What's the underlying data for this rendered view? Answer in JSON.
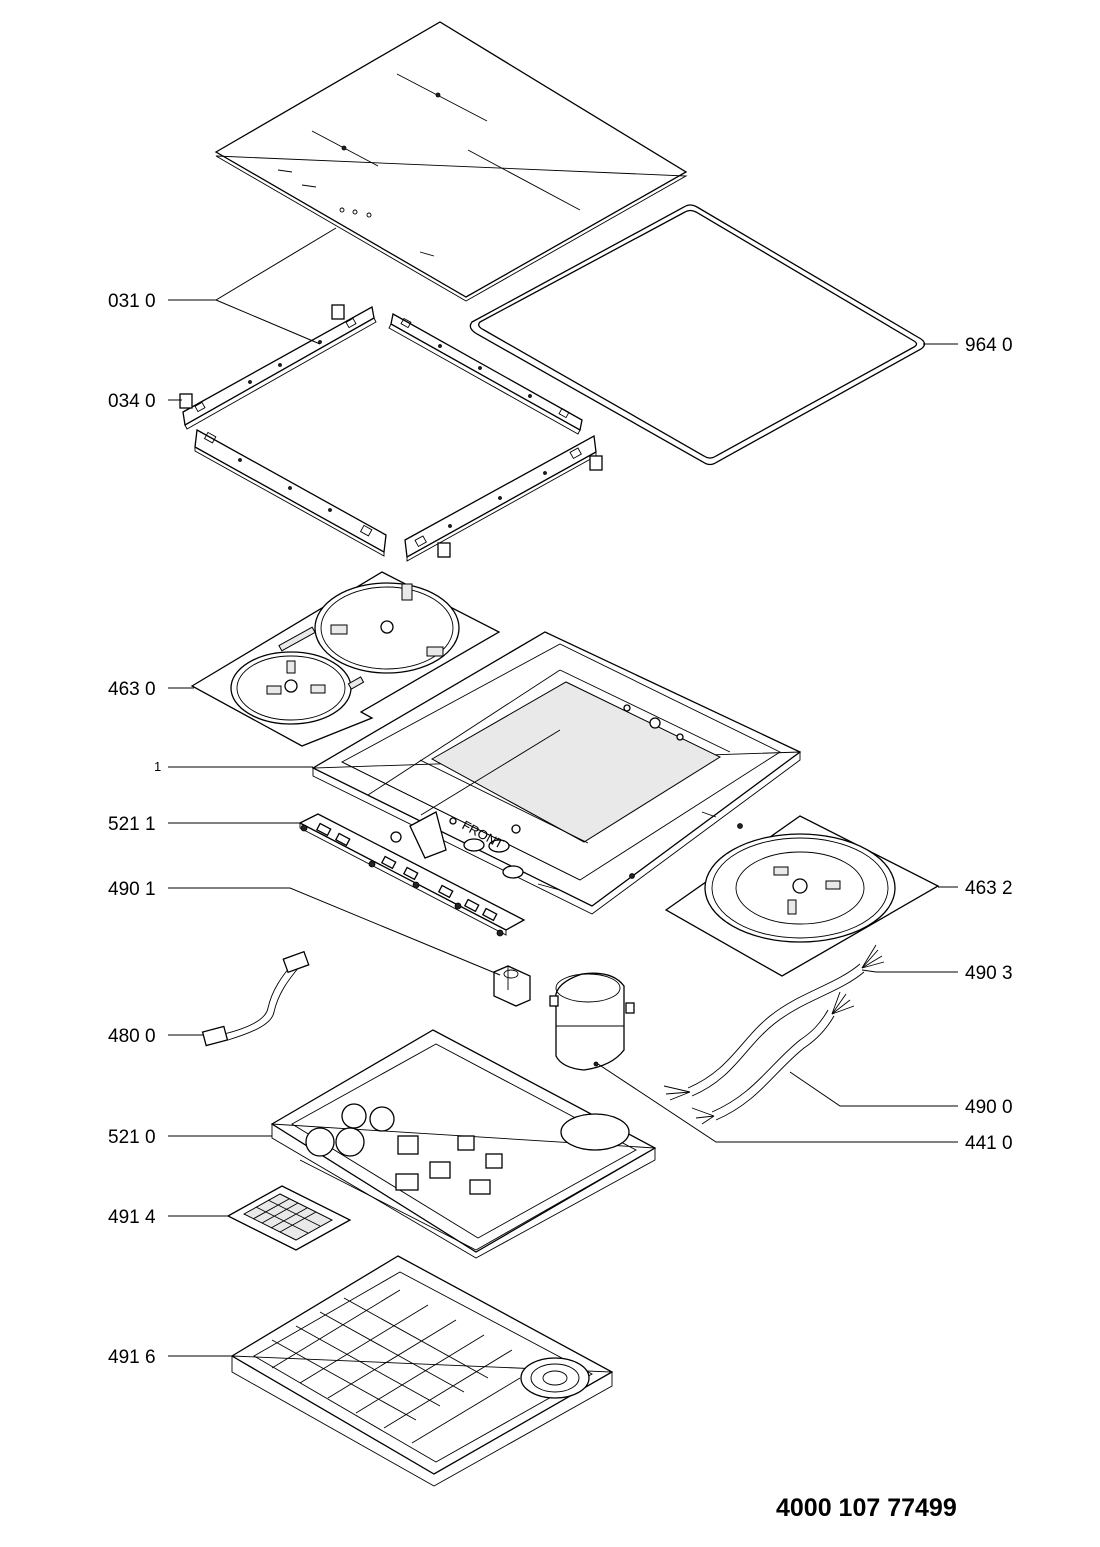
{
  "document_code": "4000 107 77499",
  "callouts": {
    "c031": "031 0",
    "c034": "034 0",
    "c964": "964 0",
    "c4630": "463 0",
    "c1": "1",
    "c5211": "521 1",
    "c4632": "463 2",
    "c4901": "490 1",
    "c4903": "490 3",
    "c4800": "480 0",
    "c4900": "490 0",
    "c4410": "441 0",
    "c5210": "521 0",
    "c4914": "491 4",
    "c4916": "491 6"
  },
  "parts": {
    "front_marking": "FRONT"
  }
}
